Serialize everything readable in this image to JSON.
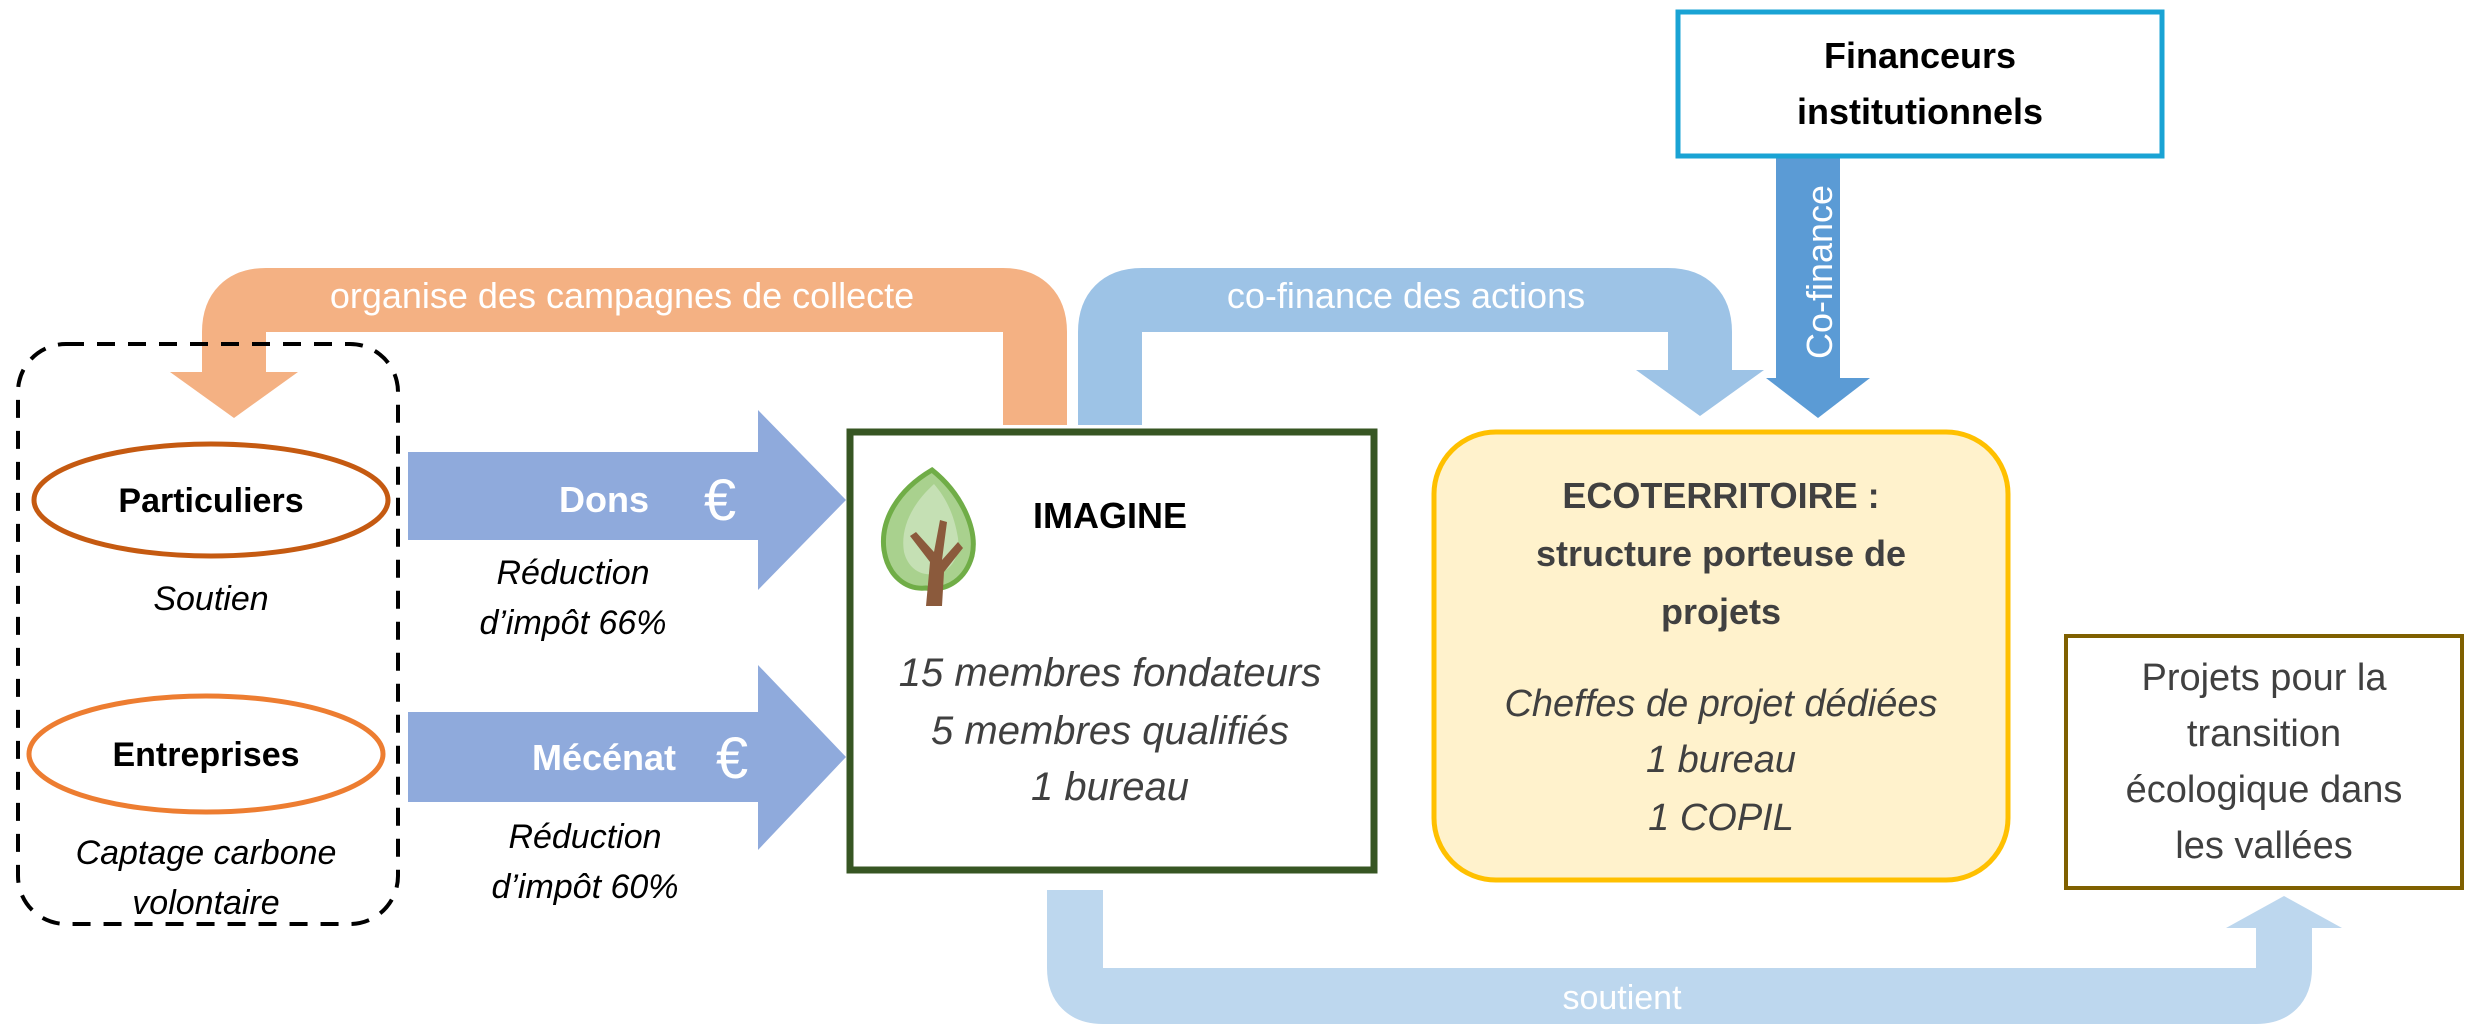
{
  "colors": {
    "orange_arrow": "#f4b183",
    "light_blue_arrow": "#9dc3e6",
    "pale_blue_arrow": "#bdd7ee",
    "blue_arrow": "#5b9bd5",
    "periwinkle_arrow": "#8faadc",
    "imagine_border": "#375623",
    "eco_border": "#ffc000",
    "eco_fill": "#fff2cc",
    "financeurs_border": "#1aa3d4",
    "projets_border": "#7f6000",
    "particuliers_border": "#c55a11",
    "entreprises_border": "#ed7d31",
    "text_dark": "#000000",
    "text_grey": "#404040",
    "text_light": "#ffffff"
  },
  "donors": {
    "particuliers": {
      "label": "Particuliers",
      "sub": "Soutien"
    },
    "entreprises": {
      "label": "Entreprises",
      "sub_line1": "Captage carbone",
      "sub_line2": "volontaire"
    }
  },
  "flows": {
    "dons": {
      "label": "Dons",
      "currency": "€",
      "note_line1": "Réduction",
      "note_line2": "d’impôt 66%"
    },
    "mecenat": {
      "label": "Mécénat",
      "currency": "€",
      "note_line1": "Réduction",
      "note_line2": "d’impôt 60%"
    },
    "collecte": "organise des campagnes de collecte",
    "cofinance_actions": "co-finance des actions",
    "cofinance": "Co-finance",
    "soutient": "soutient"
  },
  "imagine": {
    "title": "IMAGINE",
    "logo": "tree-icon",
    "line1": "15 membres fondateurs",
    "line2": "5 membres qualifiés",
    "line3": "1 bureau"
  },
  "ecoterritoire": {
    "title_line1": "ECOTERRITOIRE :",
    "title_line2": "structure porteuse de",
    "title_line3": "projets",
    "line1": "Cheffes de projet dédiées",
    "line2": "1 bureau",
    "line3": "1 COPIL"
  },
  "financeurs": {
    "line1": "Financeurs",
    "line2": "institutionnels"
  },
  "projets": {
    "line1": "Projets pour la",
    "line2": "transition",
    "line3": "écologique dans",
    "line4": "les vallées"
  }
}
